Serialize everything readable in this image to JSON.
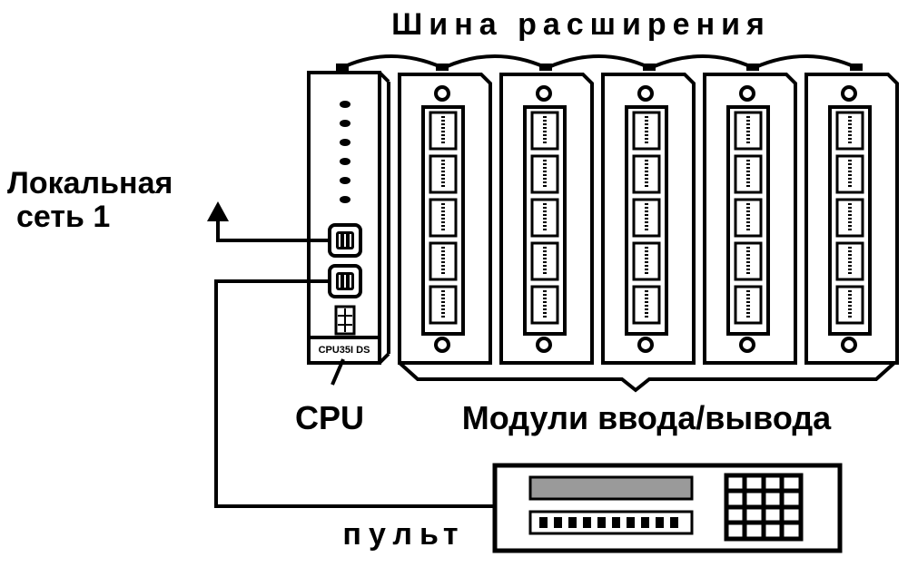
{
  "labels": {
    "bus": "Шина расширения",
    "network": [
      "Локальная",
      "сеть 1"
    ],
    "cpu": "CPU",
    "modules": "Модули ввода/вывода",
    "console": "пульт",
    "cpu_plate": "CPU35I DS"
  },
  "io_module_count": 5,
  "terminal_blocks_per_module": 5,
  "cpu_indicator_count": 6
}
